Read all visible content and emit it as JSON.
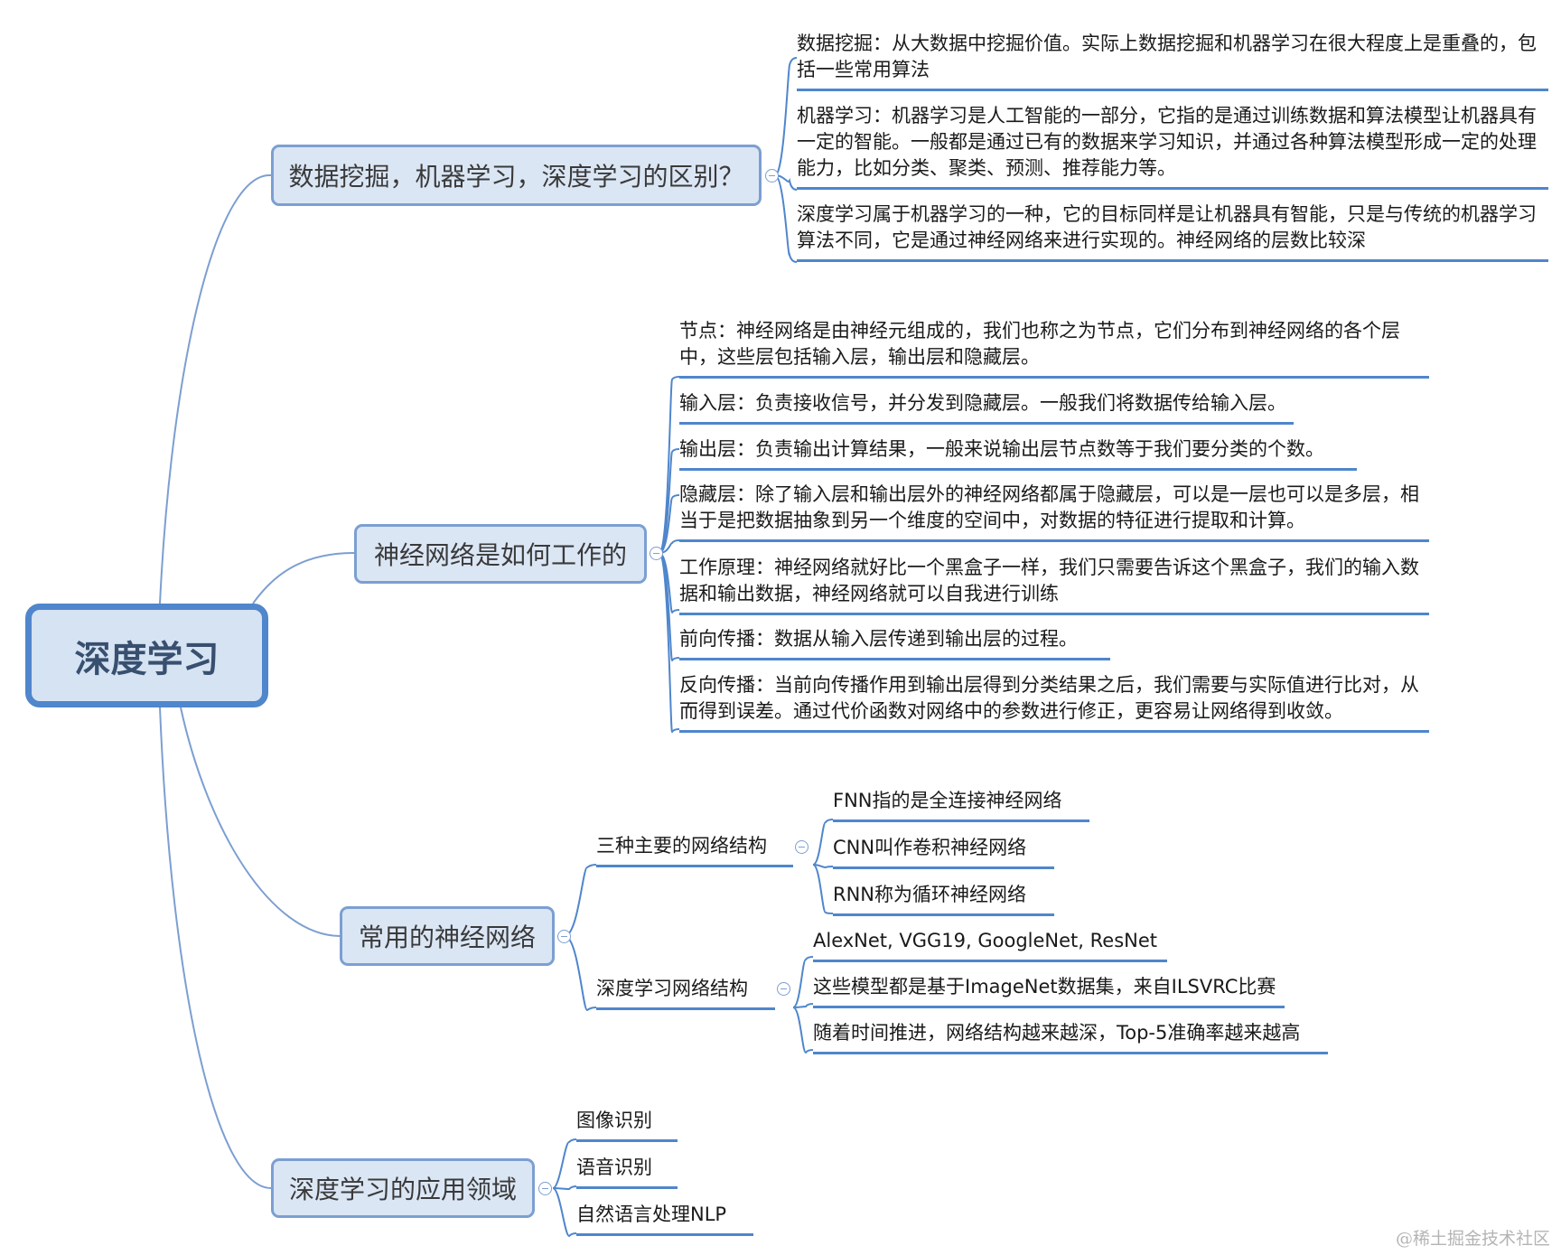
{
  "root": {
    "label": "深度学习"
  },
  "branches": [
    {
      "label": "数据挖掘，机器学习，深度学习的区别？",
      "items": [
        "数据挖掘：从大数据中挖掘价值。实际上数据挖掘和机器学习在很大程度上是重叠的，包括一些常用算法",
        "机器学习：机器学习是人工智能的一部分，它指的是通过训练数据和算法模型让机器具有一定的智能。一般都是通过已有的数据来学习知识，并通过各种算法模型形成一定的处理能力，比如分类、聚类、预测、推荐能力等。",
        "深度学习属于机器学习的一种，它的目标同样是让机器具有智能，只是与传统的机器学习算法不同，它是通过神经网络来进行实现的。神经网络的层数比较深"
      ]
    },
    {
      "label": "神经网络是如何工作的",
      "items": [
        "节点：神经网络是由神经元组成的，我们也称之为节点，它们分布到神经网络的各个层中，这些层包括输入层，输出层和隐藏层。",
        "输入层：负责接收信号，并分发到隐藏层。一般我们将数据传给输入层。",
        "输出层：负责输出计算结果，一般来说输出层节点数等于我们要分类的个数。",
        "隐藏层：除了输入层和输出层外的神经网络都属于隐藏层，可以是一层也可以是多层，相当于是把数据抽象到另一个维度的空间中，对数据的特征进行提取和计算。",
        "工作原理：神经网络就好比一个黑盒子一样，我们只需要告诉这个黑盒子，我们的输入数据和输出数据，神经网络就可以自我进行训练",
        "前向传播：数据从输入层传递到输出层的过程。",
        "反向传播：当前向传播作用到输出层得到分类结果之后，我们需要与实际值进行比对，从而得到误差。通过代价函数对网络中的参数进行修正，更容易让网络得到收敛。"
      ]
    },
    {
      "label": "常用的神经网络",
      "groups": [
        {
          "label": "三种主要的网络结构",
          "items": [
            "FNN指的是全连接神经网络",
            "CNN叫作卷积神经网络",
            "RNN称为循环神经网络"
          ]
        },
        {
          "label": "深度学习网络结构",
          "items": [
            "AlexNet, VGG19, GoogleNet, ResNet",
            "这些模型都是基于ImageNet数据集，来自ILSVRC比赛",
            "随着时间推进，网络结构越来越深，Top-5准确率越来越高"
          ]
        }
      ]
    },
    {
      "label": "深度学习的应用领域",
      "items": [
        "图像识别",
        "语音识别",
        "自然语言处理NLP"
      ]
    }
  ],
  "watermark": "@稀土掘金技术社区"
}
